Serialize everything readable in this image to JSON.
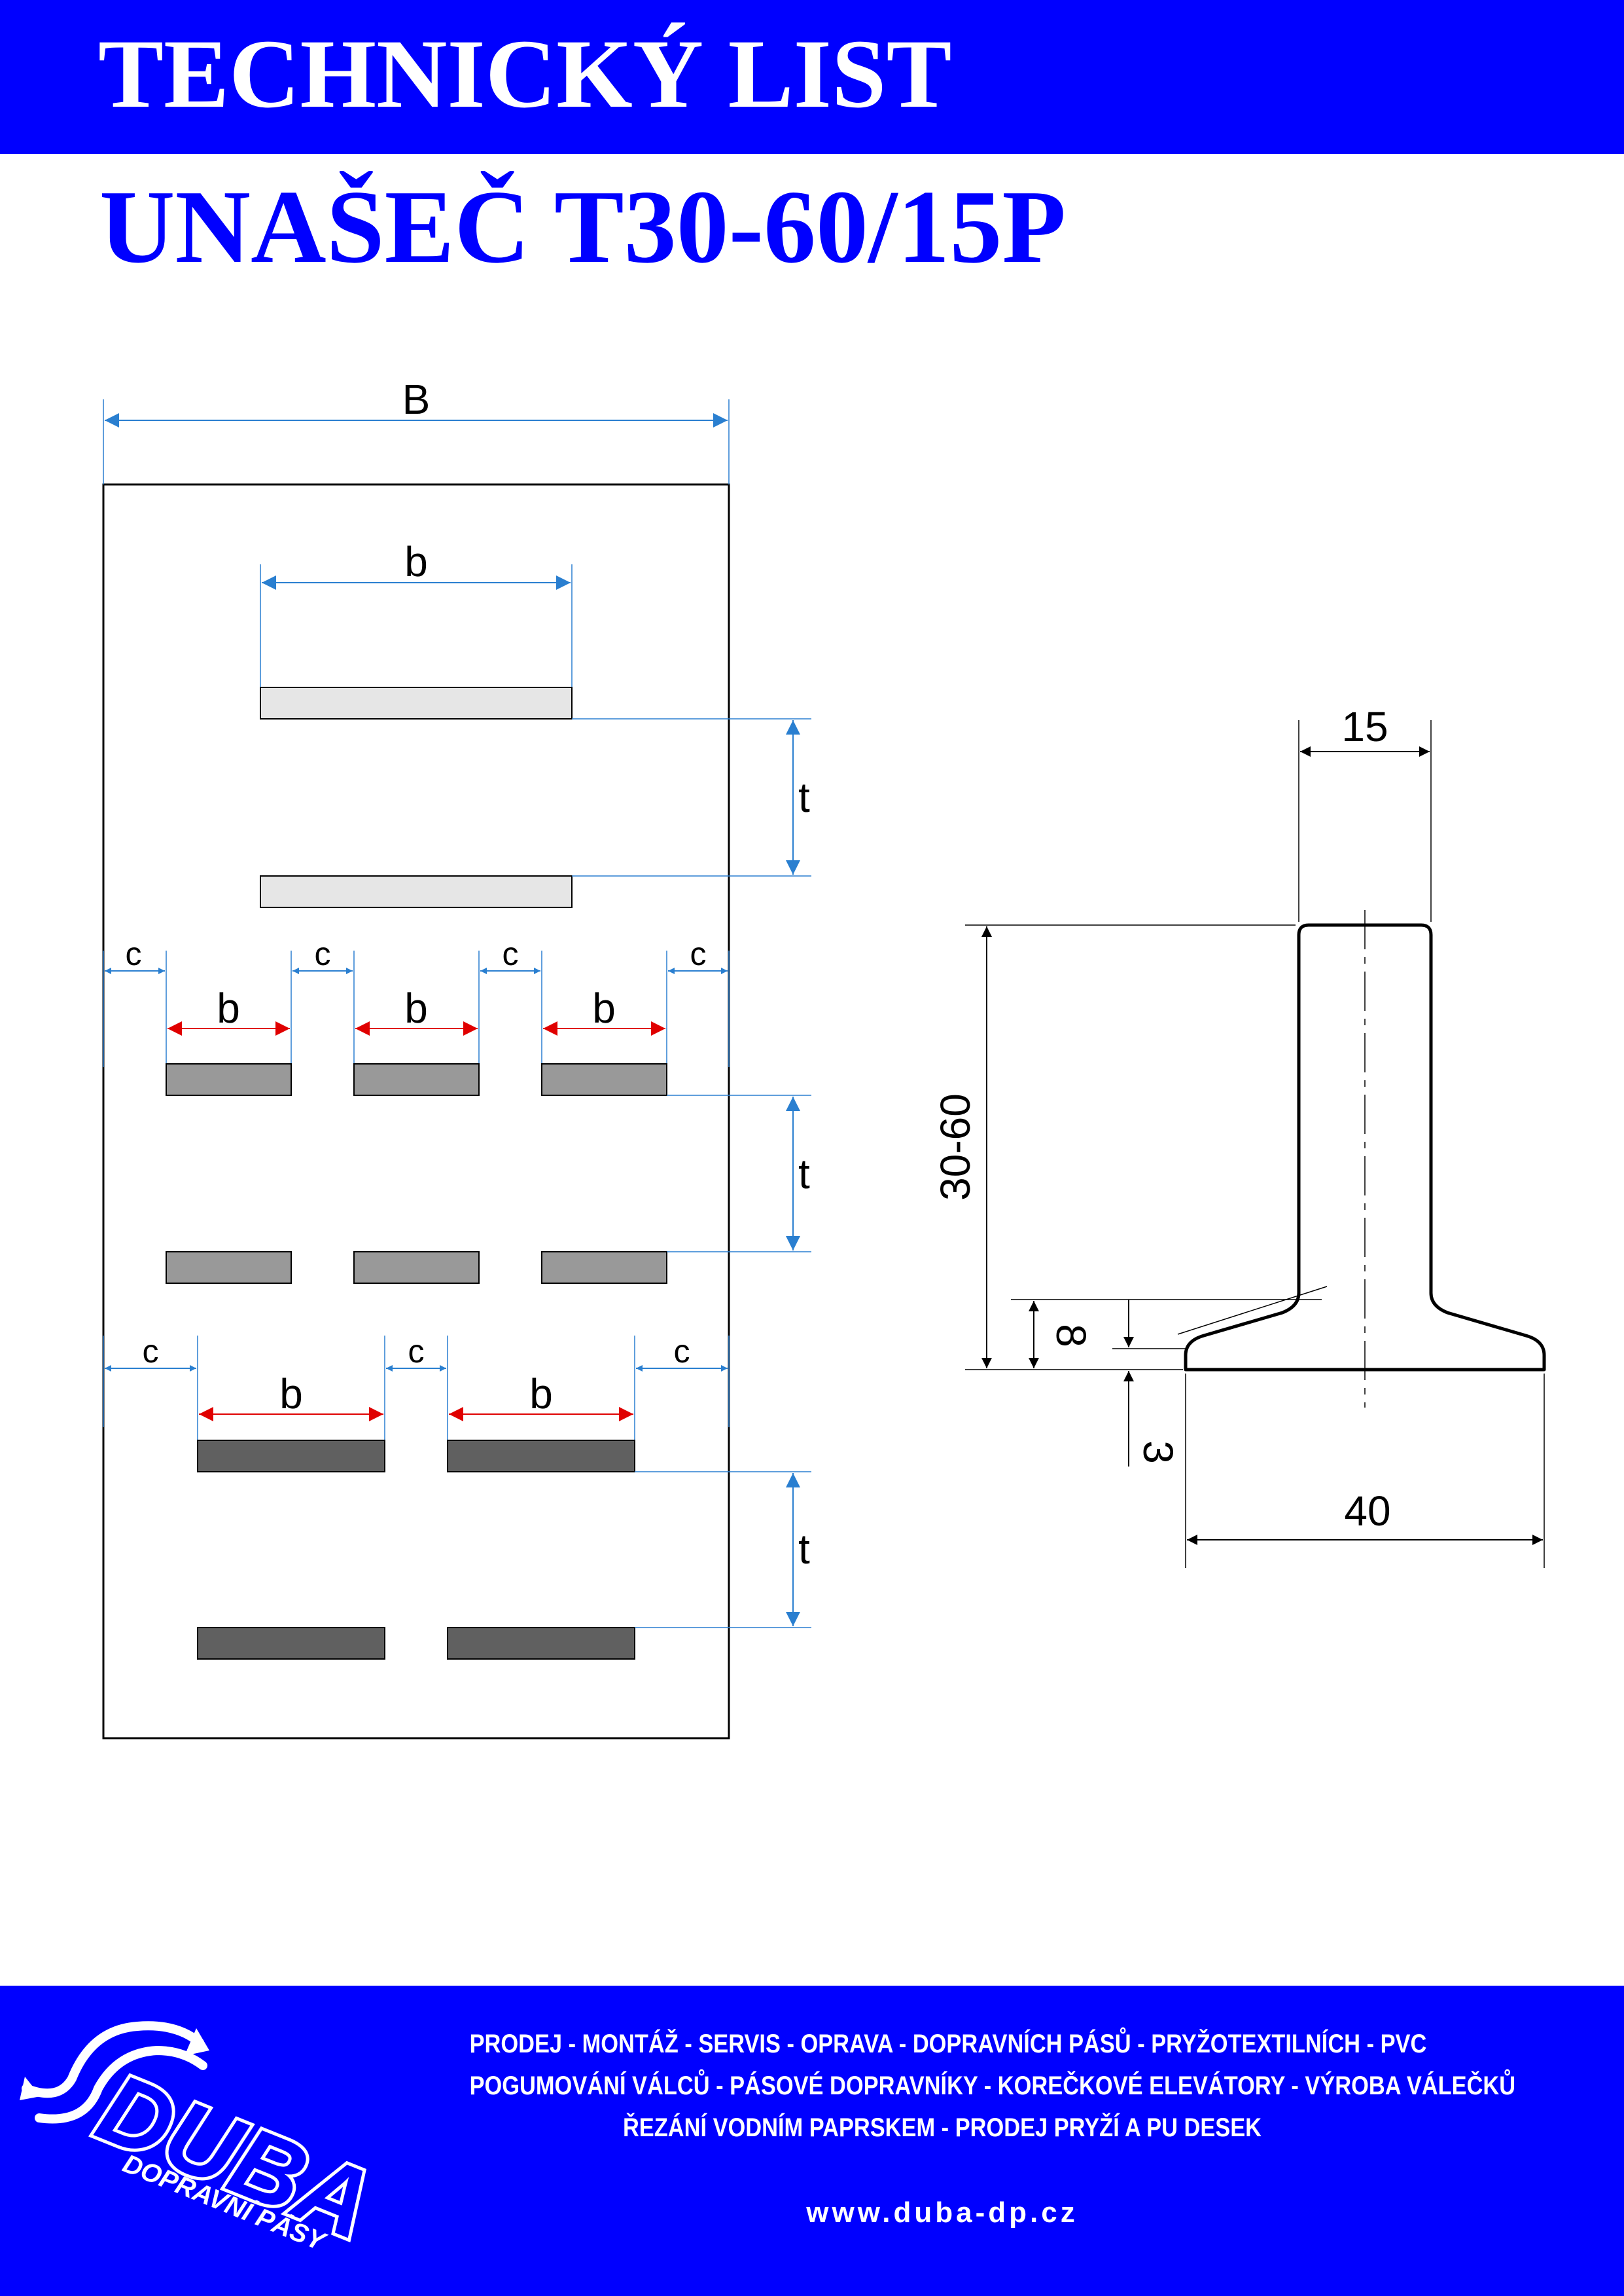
{
  "header": {
    "title": "TECHNICKÝ LIST"
  },
  "product": {
    "name": "UNAŠEČ T30-60/15P"
  },
  "layout_diagram": {
    "width_label": "B",
    "segment_width_label": "b",
    "pitch_label": "t",
    "gap_label": "c"
  },
  "profile_diagram": {
    "top_width": "15",
    "height_range": "30-60",
    "fillet": "8",
    "base_thickness": "3",
    "base_width": "40"
  },
  "footer": {
    "services_line1": "PRODEJ - MONTÁŽ - SERVIS - OPRAVA - DOPRAVNÍCH PÁSŮ - PRYŽOTEXTILNÍCH - PVC",
    "services_line2": "POGUMOVÁNÍ VÁLCŮ - PÁSOVÉ DOPRAVNÍKY - KOREČKOVÉ ELEVÁTORY - VÝROBA VÁLEČKŮ",
    "services_line3": "ŘEZÁNÍ VODNÍM PAPRSKEM - PRODEJ PRYŽÍ A PU DESEK",
    "website": "www.duba-dp.cz",
    "logo_word": "DUBA",
    "logo_tagline": "DOPRAVNÍ PÁSY"
  },
  "colors": {
    "brand_blue": "#0000ff",
    "dim_blue": "#2a7fd0",
    "dim_red": "#e00000",
    "segment_light": "#e6e6e6",
    "segment_mid": "#999999",
    "segment_dark": "#606060"
  }
}
